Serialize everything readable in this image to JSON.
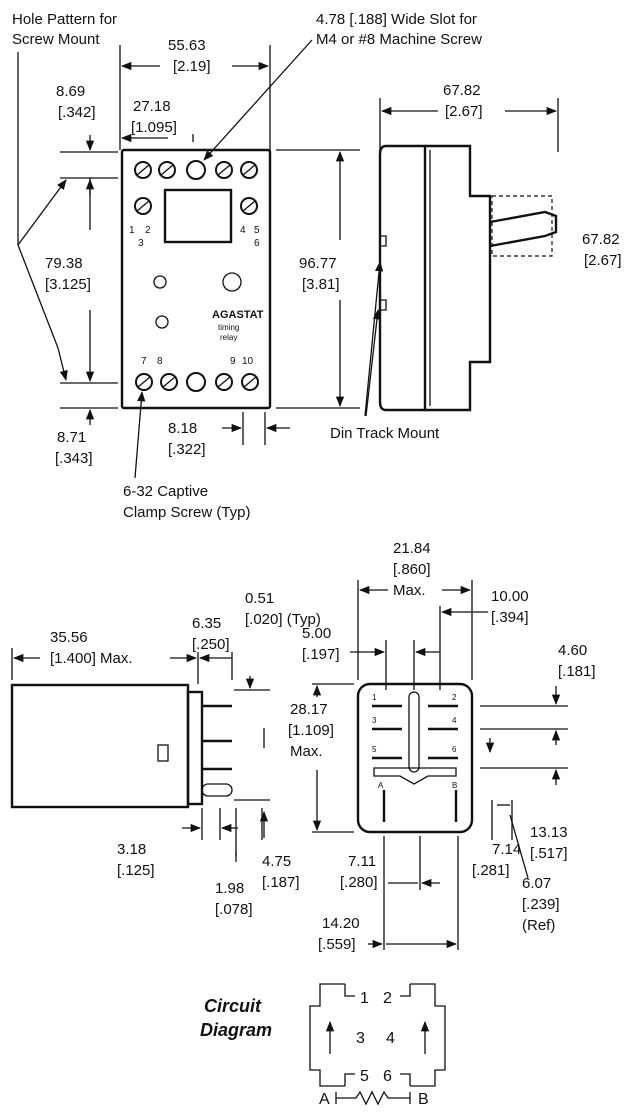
{
  "top_left": {
    "hole_pattern": [
      "Hole Pattern for",
      "Screw Mount"
    ],
    "width_mm": "55.63",
    "width_in": "[2.19]",
    "slot_note": [
      "4.78 [.188] Wide Slot for",
      "M4 or #8 Machine Screw"
    ],
    "top_offset_mm": "8.69",
    "top_offset_in": "[.342]",
    "slot_pos_mm": "27.18",
    "slot_pos_in": "[1.095]",
    "hole_span_mm": "79.38",
    "hole_span_in": "[3.125]",
    "height_mm": "96.77",
    "height_in": "[3.81]",
    "bottom_offset_mm": "8.71",
    "bottom_offset_in": "[.343]",
    "pitch_mm": "8.18",
    "pitch_in": "[.322]",
    "clamp_note": [
      "6-32 Captive",
      "Clamp Screw (Typ)"
    ],
    "terminals_top": [
      "1",
      "2",
      "3",
      "4",
      "5",
      "6"
    ],
    "terminals_bottom": [
      "7",
      "8",
      "9",
      "10"
    ],
    "brand": "AGASTAT",
    "brand_sub": [
      "timing",
      "relay"
    ]
  },
  "top_right": {
    "depth_mm": "67.82",
    "depth_in": "[2.67]",
    "side_mm": "67.82",
    "side_in": "[2.67]",
    "din_label": "Din Track Mount"
  },
  "bottom_left": {
    "pin_thick_mm": "0.51",
    "pin_thick_in": "[.020] (Typ)",
    "pin_len_mm": "6.35",
    "pin_len_in": "[.250]",
    "body_mm": "35.56",
    "body_in": "[1.400] Max.",
    "a_mm": "3.18",
    "a_in": "[.125]",
    "b_mm": "1.98",
    "b_in": "[.078]",
    "c_mm": "4.75",
    "c_in": "[.187]"
  },
  "bottom_right": {
    "width_mm": "21.84",
    "width_in": "[.860]",
    "width_max": "Max.",
    "right_mm": "10.00",
    "right_in": "[.394]",
    "left_mm": "5.00",
    "left_in": "[.197]",
    "pin_mm": "4.60",
    "pin_in": "[.181]",
    "height_mm": "28.17",
    "height_in": "[1.109]",
    "height_max": "Max.",
    "lower_mm": "13.13",
    "lower_in": "[.517]",
    "a_mm": "7.11",
    "a_in": "[.280]",
    "b_mm": "7.14",
    "b_in": "[.281]",
    "ref_mm": "6.07",
    "ref_in": "[.239]",
    "ref_note": "(Ref)",
    "span_mm": "14.20",
    "span_in": "[.559]",
    "face_pins": [
      "1",
      "2",
      "3",
      "4",
      "5",
      "6",
      "A",
      "B"
    ]
  },
  "circuit": {
    "title": [
      "Circuit",
      "Diagram"
    ],
    "pins": [
      "1",
      "2",
      "3",
      "4",
      "5",
      "6"
    ],
    "coil_a": "A",
    "coil_b": "B"
  }
}
